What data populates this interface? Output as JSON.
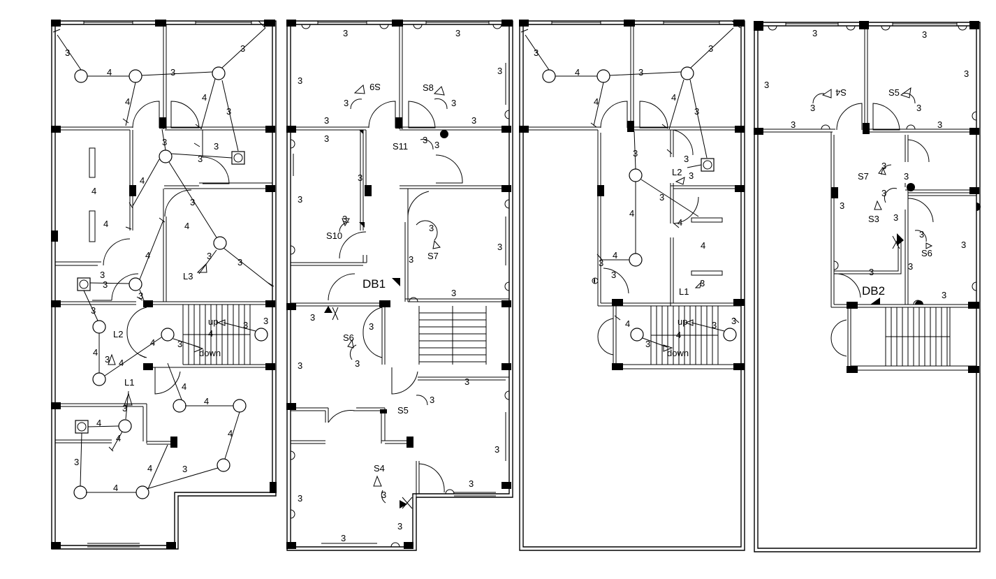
{
  "plans": [
    {
      "id": "plan-1",
      "labels": {
        "l1": "L1",
        "l2": "L2",
        "l3": "L3",
        "up": "up",
        "down": "down"
      }
    },
    {
      "id": "plan-2",
      "labels": {
        "s4": "S4",
        "s5": "S5",
        "s6": "S6",
        "s7": "S7",
        "s8": "S8",
        "s9": "S9",
        "s10": "S10",
        "s11": "S11",
        "db": "DB1"
      }
    },
    {
      "id": "plan-3",
      "labels": {
        "l1": "L1",
        "l2": "L2",
        "up": "up",
        "down": "down"
      }
    },
    {
      "id": "plan-4",
      "labels": {
        "s3": "S3",
        "s4": "S4",
        "s5": "S5",
        "s6": "S6",
        "s7": "S7",
        "db": "DB2"
      }
    }
  ],
  "wire_counts": {
    "three": "3",
    "four": "4"
  },
  "colors": {
    "line": "#000000",
    "background": "#ffffff"
  }
}
